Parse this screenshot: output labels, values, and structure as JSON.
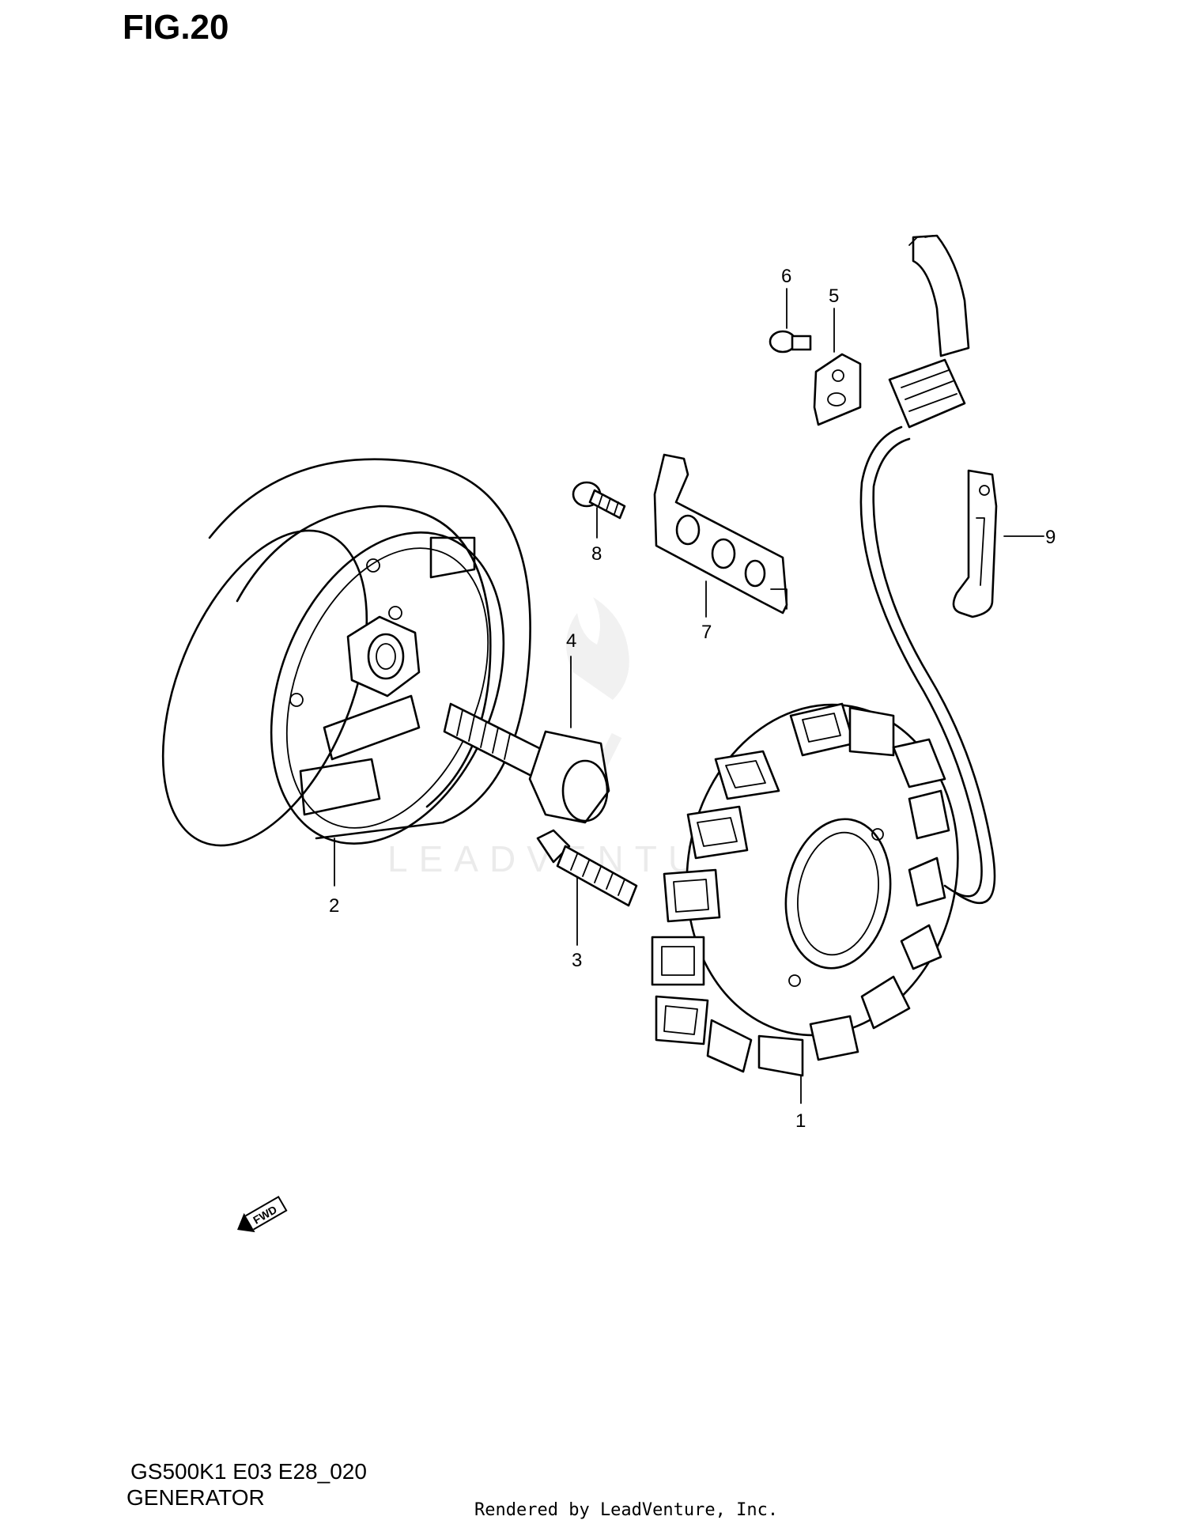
{
  "figure": {
    "title": "FIG.20",
    "code": "GS500K1 E03 E28_020",
    "name": "GENERATOR",
    "credit": "Rendered by LeadVenture, Inc."
  },
  "watermark": {
    "text": "LEADVENTURE"
  },
  "fwd_badge": {
    "label": "FWD"
  },
  "callouts": [
    {
      "id": "1",
      "label": "1"
    },
    {
      "id": "2",
      "label": "2"
    },
    {
      "id": "3",
      "label": "3"
    },
    {
      "id": "4",
      "label": "4"
    },
    {
      "id": "5",
      "label": "5"
    },
    {
      "id": "6",
      "label": "6"
    },
    {
      "id": "7",
      "label": "7"
    },
    {
      "id": "8",
      "label": "8"
    },
    {
      "id": "9",
      "label": "9"
    }
  ]
}
